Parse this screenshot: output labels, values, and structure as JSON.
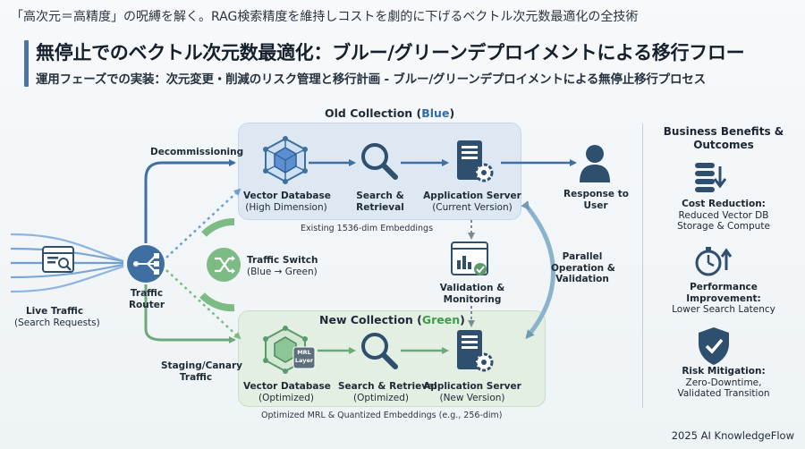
{
  "header": {
    "top_line": "「高次元＝高精度」の呪縛を解く。RAG検索精度を維持しコストを劇的に下げるベクトル次元数最適化の全技術",
    "title": "無停止でのベクトル次元数最適化：ブルー/グリーンデプロイメントによる移行フロー",
    "subtitle": "運用フェーズでの実装：次元変更・削減のリスク管理と移行計画 - ブルー/グリーンデプロイメントによる無停止移行プロセス"
  },
  "live_traffic": {
    "title": "Live Traffic",
    "detail": "(Search Requests)"
  },
  "router": {
    "line1": "Traffic",
    "line2": "Router"
  },
  "decommissioning": "Decommissioning",
  "staging": {
    "line1": "Staging/Canary",
    "line2": "Traffic"
  },
  "traffic_switch": {
    "title": "Traffic Switch",
    "detail": "(Blue → Green)"
  },
  "old_collection": {
    "title_prefix": "Old Collection (",
    "color_word": "Blue",
    "title_suffix": ")",
    "vector_db": {
      "title": "Vector Database",
      "detail": "(High Dimension)"
    },
    "search": {
      "line1": "Search &",
      "line2": "Retrieval"
    },
    "app_server": {
      "title": "Application Server",
      "detail": "(Current Version)"
    },
    "caption": "Existing 1536-dim Embeddings"
  },
  "new_collection": {
    "title_prefix": "New Collection (",
    "color_word": "Green",
    "title_suffix": ")",
    "mrl_badge_1": "MRL",
    "mrl_badge_2": "Layer",
    "vector_db": {
      "title": "Vector Database",
      "detail": "(Optimized)"
    },
    "search": {
      "title": "Search & Retrieval",
      "detail": "(Optimized)"
    },
    "app_server": {
      "title": "Application Server",
      "detail": "(New Version)"
    },
    "caption": "Optimized MRL & Quantized Embeddings (e.g., 256-dim)"
  },
  "response": {
    "line1": "Response to",
    "line2": "User"
  },
  "validation": {
    "line1": "Validation &",
    "line2": "Monitoring"
  },
  "parallel": {
    "line1": "Parallel",
    "line2": "Operation &",
    "line3": "Validation"
  },
  "benefits": {
    "title_line1": "Business Benefits &",
    "title_line2": "Outcomes",
    "items": [
      {
        "icon": "cost-reduction-icon",
        "title": "Cost Reduction:",
        "line1": "Reduced Vector DB",
        "line2": "Storage & Compute"
      },
      {
        "icon": "stopwatch-icon",
        "title": "Performance",
        "line1": "Improvement:",
        "line2": "Lower Search Latency"
      },
      {
        "icon": "shield-check-icon",
        "title": "Risk Mitigation:",
        "line1": "Zero-Downtime,",
        "line2": "Validated Transition"
      }
    ]
  },
  "footer": "2025 AI KnowledgeFlow",
  "colors": {
    "blue": "#3f6fa0",
    "blue_light": "#6f9fd0",
    "green": "#5d9a6b",
    "green_light": "#7dbb85",
    "dark_icon": "#2f4f6e",
    "panel_blue": "#dde8f3",
    "panel_green": "#e2efe2"
  }
}
